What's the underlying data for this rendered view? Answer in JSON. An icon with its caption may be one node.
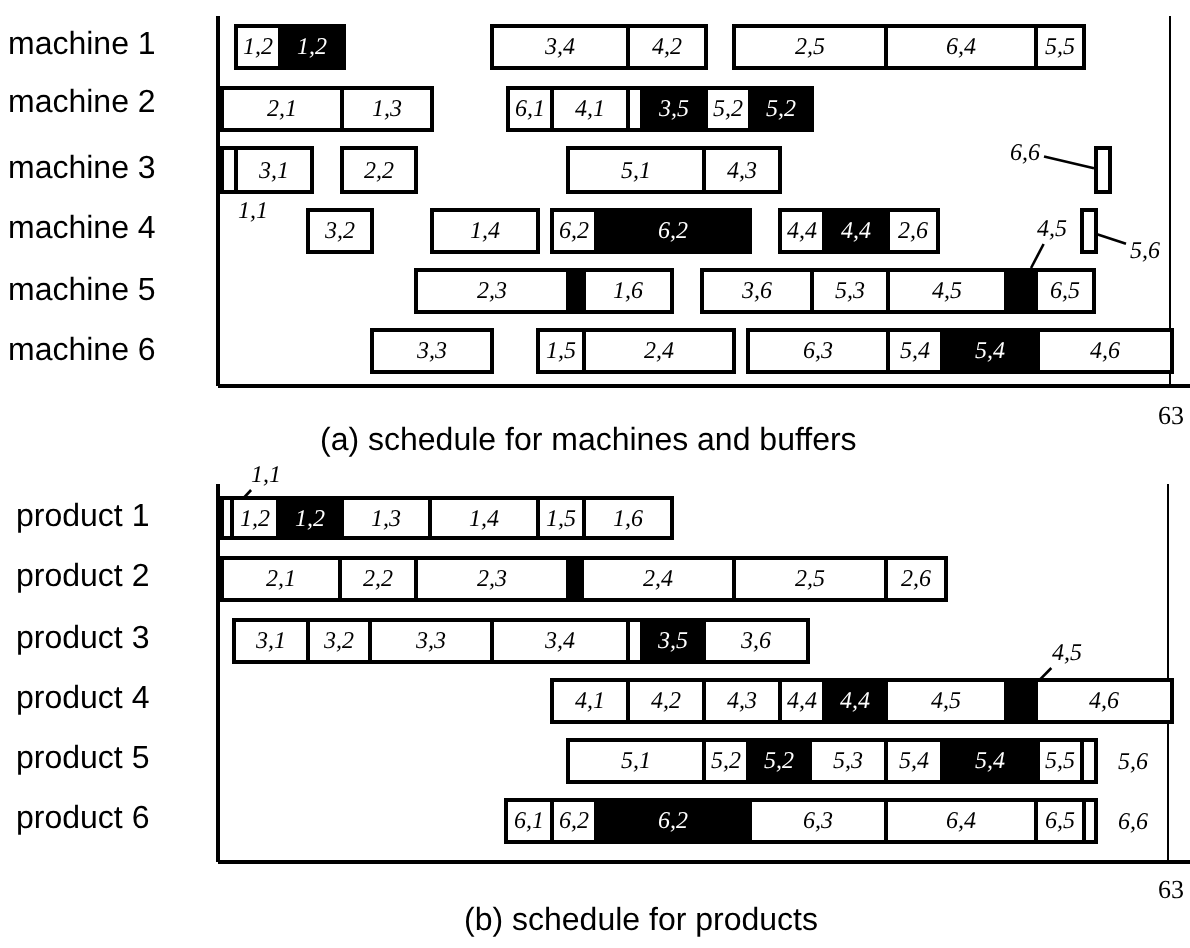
{
  "diagram": {
    "nodes": [
      {
        "text": [
          "1,2"
        ]
      },
      {
        "text": [
          "1,2"
        ]
      },
      {
        "text": [
          "3,4"
        ]
      },
      {
        "text": [
          "4,2"
        ]
      },
      {
        "text": [
          "2,5"
        ]
      },
      {
        "text": [
          "6,4"
        ]
      },
      {
        "text": [
          "5,5"
        ]
      },
      {
        "text": [
          "2,1"
        ]
      },
      {
        "text": [
          "1,3"
        ]
      },
      {
        "text": [
          "6,1"
        ]
      },
      {
        "text": [
          "4,1"
        ]
      },
      {
        "text": [],
        "shape": "bar"
      },
      {
        "text": [
          "3,5"
        ]
      },
      {
        "text": [
          "5,2"
        ]
      },
      {
        "text": [
          "5,2"
        ]
      },
      {
        "text": [],
        "shape": "bar"
      },
      {
        "text": [
          "3,1"
        ]
      },
      {
        "text": [
          "2,2"
        ]
      },
      {
        "text": [
          "5,1"
        ]
      },
      {
        "text": [
          "4,3"
        ]
      },
      {
        "text": [
          "6,6"
        ]
      },
      {
        "text": [],
        "shape": "bar"
      },
      {
        "text": [
          "3,2"
        ]
      },
      {
        "text": [
          "1,4"
        ]
      },
      {
        "text": [
          "6,2"
        ]
      },
      {
        "text": [
          "6,2"
        ]
      },
      {
        "text": [
          "4,4"
        ]
      },
      {
        "text": [
          "4,4"
        ]
      },
      {
        "text": [
          "2,6"
        ]
      },
      {
        "text": [
          "4,5"
        ]
      },
      {
        "text": [],
        "shape": "bar"
      },
      {
        "text": [
          "5,6"
        ]
      },
      {
        "text": [
          "2,3"
        ]
      },
      {
        "text": [],
        "shape": "bar"
      },
      {
        "text": [
          "1,6"
        ]
      },
      {
        "text": [
          "3,6"
        ]
      },
      {
        "text": [
          "5,3"
        ]
      },
      {
        "text": [
          "4,5"
        ]
      },
      {
        "text": [],
        "shape": "bar"
      },
      {
        "text": [
          "6,5"
        ]
      },
      {
        "text": [
          "3,3"
        ]
      },
      {
        "text": [
          "1,5"
        ]
      },
      {
        "text": [
          "2,4"
        ]
      },
      {
        "text": [
          "6,3"
        ]
      },
      {
        "text": [
          "5,4"
        ]
      },
      {
        "text": [
          "5,4"
        ]
      },
      {
        "text": [
          "4,6"
        ]
      },
      {
        "text": [
          "1,1"
        ]
      },
      {
        "text": [],
        "shape": "bar"
      },
      {
        "text": [
          "1,2"
        ]
      },
      {
        "text": [
          "1,2"
        ]
      },
      {
        "text": [
          "1,3"
        ]
      },
      {
        "text": [
          "1,4"
        ]
      },
      {
        "text": [
          "1,5"
        ]
      },
      {
        "text": [
          "1,6"
        ]
      },
      {
        "text": [
          "2,1"
        ]
      },
      {
        "text": [
          "2,2"
        ]
      },
      {
        "text": [
          "2,3"
        ]
      },
      {
        "text": [],
        "shape": "bar"
      },
      {
        "text": [
          "2,4"
        ]
      },
      {
        "text": [
          "2,5"
        ]
      },
      {
        "text": [
          "2,6"
        ]
      },
      {
        "text": [
          "3,1"
        ]
      },
      {
        "text": [
          "3,2"
        ]
      },
      {
        "text": [
          "3,3"
        ]
      },
      {
        "text": [
          "3,4"
        ]
      },
      {
        "text": [],
        "shape": "bar"
      },
      {
        "text": [
          "3,5"
        ]
      },
      {
        "text": [
          "3,6"
        ]
      },
      {
        "text": [
          "4,5"
        ]
      },
      {
        "text": [
          "4,1"
        ]
      },
      {
        "text": [
          "4,2"
        ]
      },
      {
        "text": [
          "4,3"
        ]
      },
      {
        "text": [
          "4,4"
        ]
      },
      {
        "text": [
          "4,4"
        ]
      },
      {
        "text": [
          "4,5"
        ]
      },
      {
        "text": [],
        "shape": "bar"
      },
      {
        "text": [
          "4,6"
        ]
      },
      {
        "text": [
          "5,1"
        ]
      },
      {
        "text": [
          "5,2"
        ]
      },
      {
        "text": [
          "5,2"
        ]
      },
      {
        "text": [
          "5,3"
        ]
      },
      {
        "text": [
          "5,4"
        ]
      },
      {
        "text": [
          "5,4"
        ]
      },
      {
        "text": [
          "5,5"
        ]
      },
      {
        "text": [],
        "shape": "bar",
        "beside": [
          "5,6"
        ]
      },
      {
        "text": [
          "6,1"
        ]
      },
      {
        "text": [
          "6,2"
        ]
      },
      {
        "text": [
          "6,2"
        ]
      },
      {
        "text": [
          "6,3"
        ]
      },
      {
        "text": [
          "6,4"
        ]
      },
      {
        "text": [
          "6,5"
        ]
      },
      {
        "text": [],
        "shape": "bar",
        "beside": [
          "6,6"
        ]
      }
    ],
    "edges": [
      {
        "from": 20,
        "to": 21,
        "arrow": "none"
      },
      {
        "from": 29,
        "to": 38,
        "arrow": "none"
      },
      {
        "from": 31,
        "to": 30,
        "arrow": "none"
      },
      {
        "from": 47,
        "to": 48,
        "arrow": "none"
      },
      {
        "from": 69,
        "to": 76,
        "arrow": "none"
      }
    ],
    "labels": [
      "machine 1",
      "machine 2",
      "machine 3",
      "machine 4",
      "1,1",
      "machine 5",
      "machine 6",
      "63",
      "(a) schedule for machines and buffers",
      "product 1",
      "product 2",
      "product 3",
      "product 4",
      "product 5",
      "product 6",
      "63",
      "(b) schedule for products"
    ]
  }
}
